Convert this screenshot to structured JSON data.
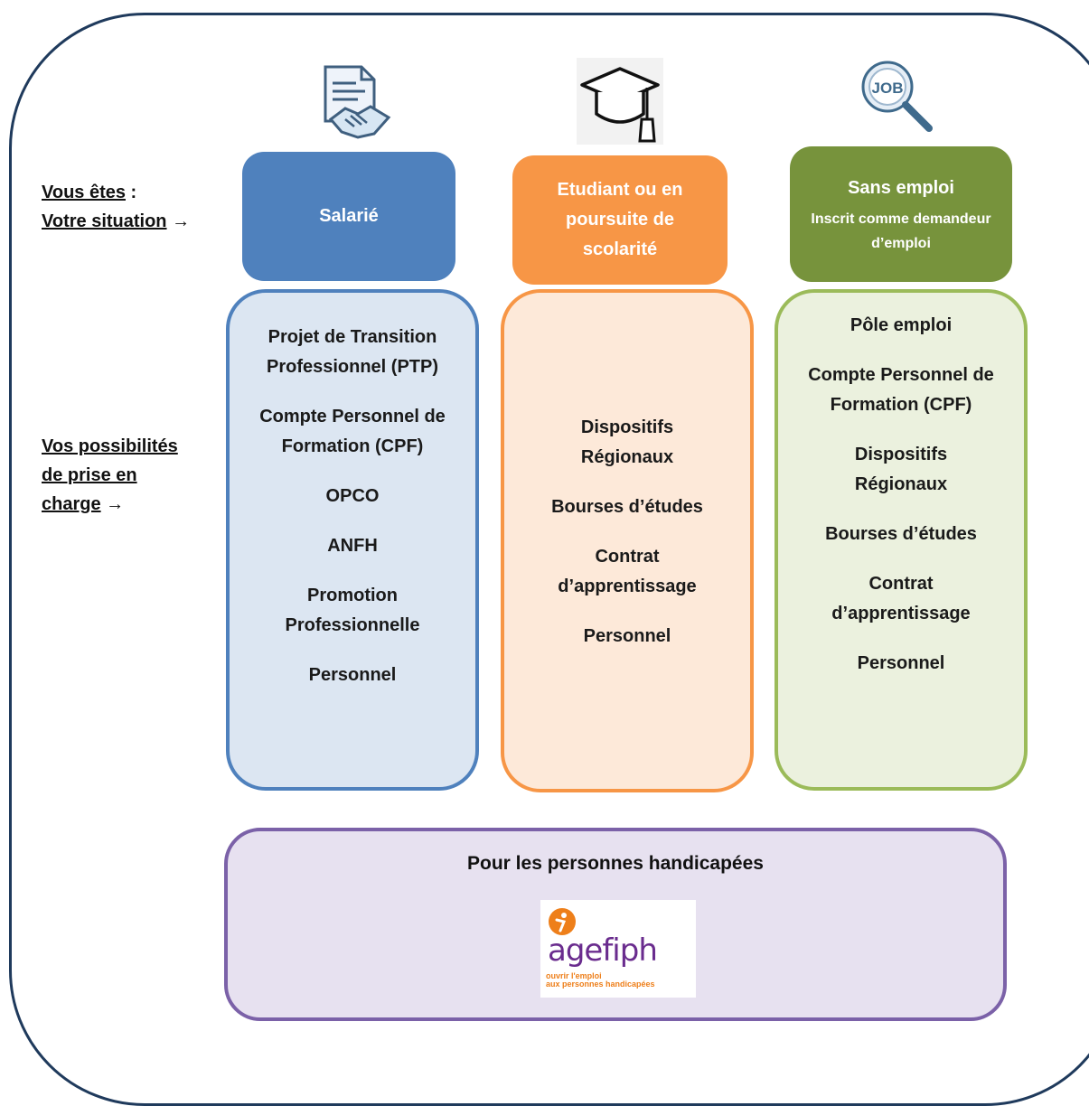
{
  "labels": {
    "situation_line1": "Vous êtes",
    "situation_line1_suffix": " :",
    "situation_line2": "Votre situation",
    "options_line1": "Vos possibilités",
    "options_line2": "de prise en",
    "options_line3": "charge",
    "arrow": " →"
  },
  "icons": {
    "salarie": "contract-handshake-icon",
    "etudiant": "graduation-cap-icon",
    "sans_emploi": "job-search-icon"
  },
  "columns": {
    "salarie": {
      "title": "Salarié",
      "color": "#4f81bd",
      "items": [
        "Projet de Transition Professionnel (PTP)",
        "Compte Personnel de Formation (CPF)",
        "OPCO",
        "ANFH",
        "Promotion Professionnelle",
        "Personnel"
      ]
    },
    "etudiant": {
      "title": "Etudiant ou en poursuite de scolarité",
      "color": "#f79646",
      "items": [
        "Dispositifs Régionaux",
        "Bourses d’études",
        "Contrat d’apprentissage",
        "Personnel"
      ]
    },
    "sans_emploi": {
      "title": "Sans emploi",
      "subtitle": "Inscrit comme demandeur d’emploi",
      "color": "#77933c",
      "items": [
        "Pôle emploi",
        "Compte Personnel de Formation (CPF)",
        "Dispositifs Régionaux",
        "Bourses d’études",
        "Contrat d’apprentissage",
        "Personnel"
      ]
    }
  },
  "handicap": {
    "title": "Pour les personnes handicapées",
    "logo_word": "agefiph",
    "logo_tag_line1": "ouvrir l'emploi",
    "logo_tag_line2": "aux personnes handicapées"
  }
}
